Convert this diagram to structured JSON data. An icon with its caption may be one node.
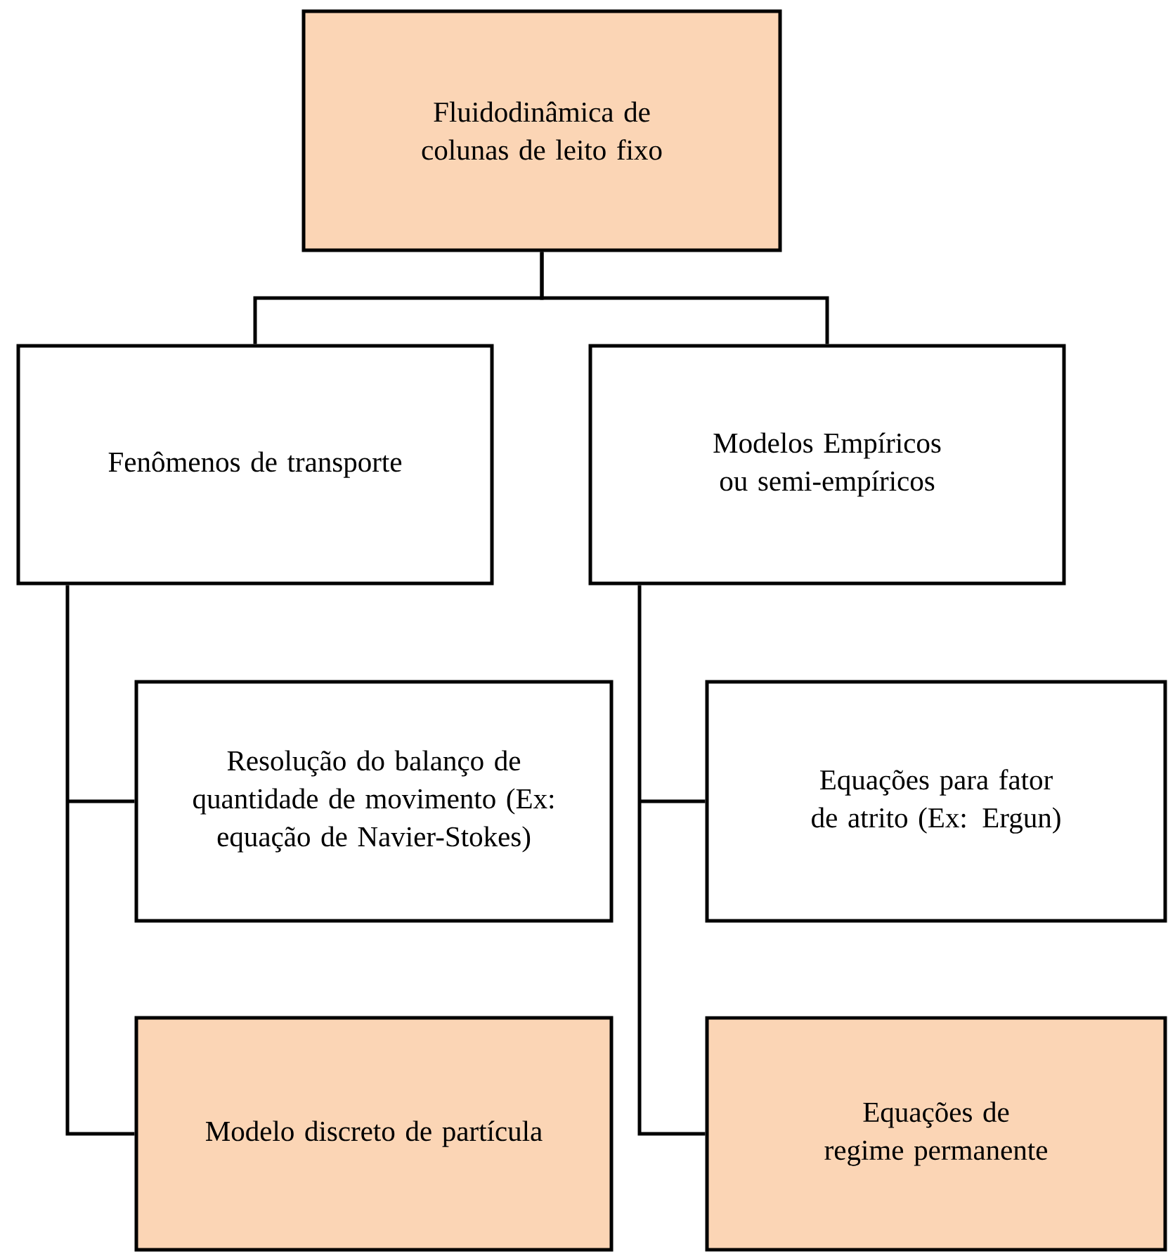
{
  "diagram": {
    "nodes": [
      {
        "text": [
          "Fluidodinâmica de colunas de leito fixo"
        ]
      },
      {
        "text": [
          "Fenômenos de transporte"
        ]
      },
      {
        "text": [
          "Modelos Empíricos ou semi-empíricos"
        ]
      },
      {
        "text": [
          "Resolução do balanço de quantidade de movimento (Ex: equação de Navier-Stokes)"
        ]
      },
      {
        "text": [
          "Equações para fator de atrito (Ex: Ergun)"
        ]
      },
      {
        "text": [
          "Modelo discreto de partícula"
        ]
      },
      {
        "text": [
          "Equações de regime permanente"
        ]
      }
    ],
    "edges": [
      {
        "from": 0,
        "to": 1,
        "arrow": "none"
      },
      {
        "from": 0,
        "to": 2,
        "arrow": "none"
      },
      {
        "from": 1,
        "to": 3,
        "arrow": "none"
      },
      {
        "from": 1,
        "to": 5,
        "arrow": "none"
      },
      {
        "from": 2,
        "to": 4,
        "arrow": "none"
      },
      {
        "from": 2,
        "to": 6,
        "arrow": "none"
      }
    ]
  }
}
